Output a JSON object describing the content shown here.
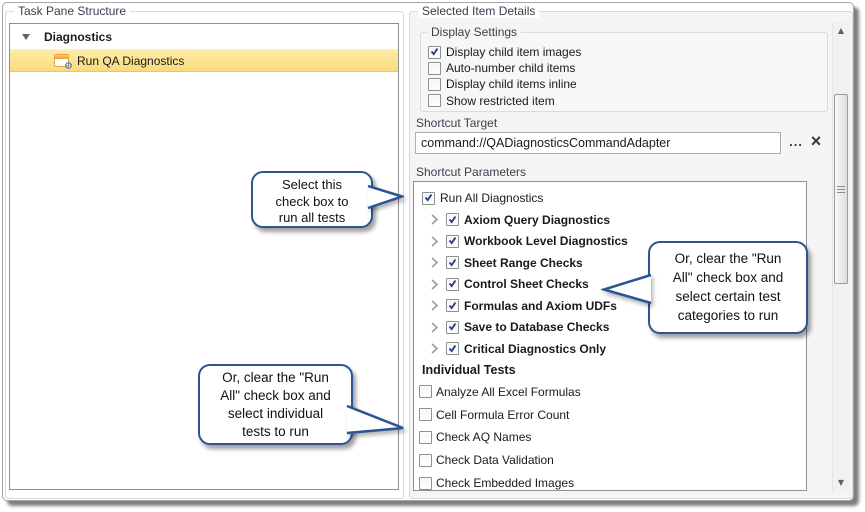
{
  "colors": {
    "callout_border": "#2B5593",
    "selection_yellow": "#FBE298",
    "check_navy": "#2D3D94",
    "panel_bg": "#F5F5F5"
  },
  "left_panel": {
    "title": "Task Pane Structure",
    "tree": {
      "root": {
        "label": "Diagnostics",
        "expanded": true
      },
      "child": {
        "label": "Run QA Diagnostics",
        "selected": true
      }
    }
  },
  "right_panel": {
    "title": "Selected Item Details",
    "display_settings": {
      "title": "Display Settings",
      "options": [
        {
          "label": "Display child item images",
          "checked": true
        },
        {
          "label": "Auto-number child items",
          "checked": false
        },
        {
          "label": "Display child items inline",
          "checked": false
        },
        {
          "label": "Show restricted item",
          "checked": false
        }
      ]
    },
    "shortcut_target": {
      "label": "Shortcut Target",
      "value": "command://QADiagnosticsCommandAdapter",
      "browse_button": "...",
      "clear_button": "×"
    },
    "shortcut_parameters": {
      "label": "Shortcut Parameters",
      "run_all": {
        "label": "Run All Diagnostics",
        "checked": true
      },
      "categories": [
        {
          "label": "Axiom Query Diagnostics",
          "checked": true
        },
        {
          "label": "Workbook Level Diagnostics",
          "checked": true
        },
        {
          "label": "Sheet Range Checks",
          "checked": true
        },
        {
          "label": "Control Sheet Checks",
          "checked": true
        },
        {
          "label": "Formulas and Axiom UDFs",
          "checked": true
        },
        {
          "label": "Save to Database Checks",
          "checked": true
        },
        {
          "label": "Critical Diagnostics Only",
          "checked": true
        }
      ],
      "individual_tests_header": "Individual Tests",
      "individual_tests": [
        {
          "label": "Analyze All Excel Formulas",
          "checked": false
        },
        {
          "label": "Cell Formula Error Count",
          "checked": false
        },
        {
          "label": "Check AQ Names",
          "checked": false
        },
        {
          "label": "Check Data Validation",
          "checked": false
        },
        {
          "label": "Check Embedded Images",
          "checked": false
        }
      ]
    }
  },
  "callouts": [
    {
      "text": "Select this\ncheck box to\nrun all tests"
    },
    {
      "text": "Or, clear the \"Run\nAll\" check box and\nselect certain test\ncategories to run"
    },
    {
      "text": "Or, clear the \"Run\nAll\" check box and\nselect individual\ntests to run"
    }
  ]
}
